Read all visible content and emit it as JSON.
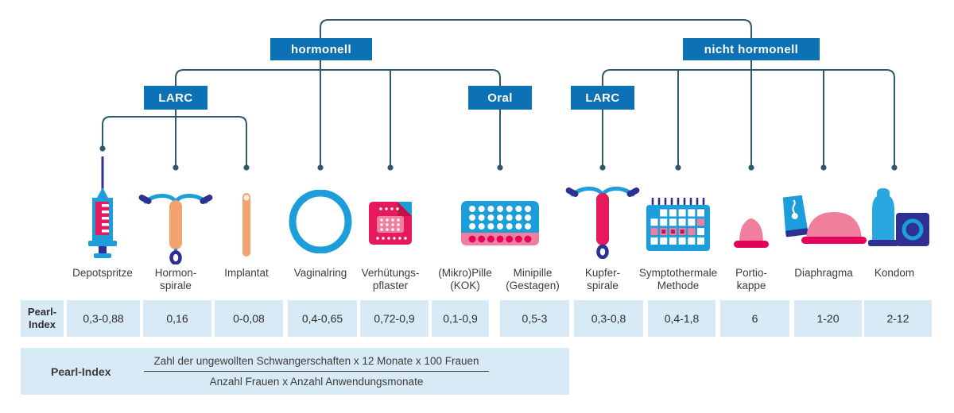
{
  "tree": {
    "hormonell_label": "hormonell",
    "nicht_hormonell_label": "nicht hormonell",
    "larc_left_label": "LARC",
    "oral_label": "Oral",
    "larc_right_label": "LARC"
  },
  "colors": {
    "box_blue": "#0d71b6",
    "connector_line": "#2f5a6d",
    "icon_light_blue": "#1b9ed9",
    "icon_dark_blue": "#2e3192",
    "icon_crimson": "#e5195b",
    "icon_pink": "#f07f9d",
    "icon_orange": "#f3a370",
    "cell_background": "#d8eaf6",
    "text": "#3c3c3b"
  },
  "methods": [
    {
      "line1": "Depotspritze",
      "line2": "",
      "pearl": "0,3-0,88",
      "icon": "syringe-icon"
    },
    {
      "line1": "Hormon-",
      "line2": "spirale",
      "pearl": "0,16",
      "icon": "hormonal-iud-icon"
    },
    {
      "line1": "Implantat",
      "line2": "",
      "pearl": "0-0,08",
      "icon": "implant-icon"
    },
    {
      "line1": "Vaginalring",
      "line2": "",
      "pearl": "0,4-0,65",
      "icon": "vaginal-ring-icon"
    },
    {
      "line1": "Verhütungs-",
      "line2": "pflaster",
      "pearl": "0,72-0,9",
      "icon": "patch-icon"
    },
    {
      "line1": "(Mikro)Pille",
      "line2": "(KOK)",
      "pearl": "0,1-0,9",
      "icon": "pill-blister-icon"
    },
    {
      "line1": "Minipille",
      "line2": "(Gestagen)",
      "pearl": "0,5-3",
      "icon": "pill-blister-icon"
    },
    {
      "line1": "Kupfer-",
      "line2": "spirale",
      "pearl": "0,3-0,8",
      "icon": "copper-iud-icon"
    },
    {
      "line1": "Symptothermale",
      "line2": "Methode",
      "pearl": "0,4-1,8",
      "icon": "calendar-icon"
    },
    {
      "line1": "Portio-",
      "line2": "kappe",
      "pearl": "6",
      "icon": "cervical-cap-icon"
    },
    {
      "line1": "Diaphragma",
      "line2": "",
      "pearl": "1-20",
      "icon": "diaphragm-icon"
    },
    {
      "line1": "Kondom",
      "line2": "",
      "pearl": "2-12",
      "icon": "condom-icon"
    }
  ],
  "pearl_table": {
    "header_line1": "Pearl-",
    "header_line2": "Index"
  },
  "formula": {
    "label": "Pearl-Index",
    "numerator": "Zahl der ungewollten Schwangerschaften x 12 Monate x 100 Frauen",
    "denominator": "Anzahl Frauen x Anzahl Anwendungsmonate"
  }
}
